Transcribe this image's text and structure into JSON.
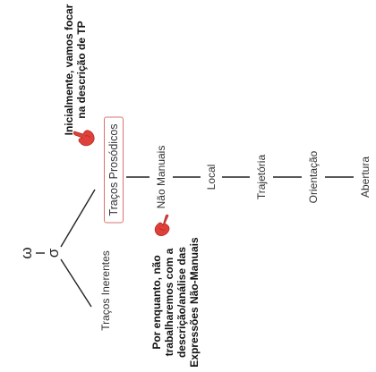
{
  "diagram": {
    "root_symbol": "ω",
    "sigma_symbol": "σ",
    "nodes": {
      "tracos_inerentes": "Traços Inerentes",
      "tracos_prosodicos": "Traços Prosódicos",
      "nao_manuais": "Não Manuais",
      "local": "Local",
      "trajetoria": "Trajetória",
      "orientacao": "Orientação",
      "abertura": "Abertura"
    }
  },
  "annotations": {
    "top_note": [
      "Inicialmente, vamos focar",
      "na descrição de TP"
    ],
    "bottom_note": [
      "Por enquanto, não",
      "trabalharemos com a",
      "descrição/análise das",
      "Expressões Não-Manuais"
    ]
  },
  "colors": {
    "highlight_border": "#d9746e",
    "hand_icon": "#e0403a"
  },
  "icons": [
    "pointing-hand-icon",
    "pointing-hand-icon"
  ]
}
